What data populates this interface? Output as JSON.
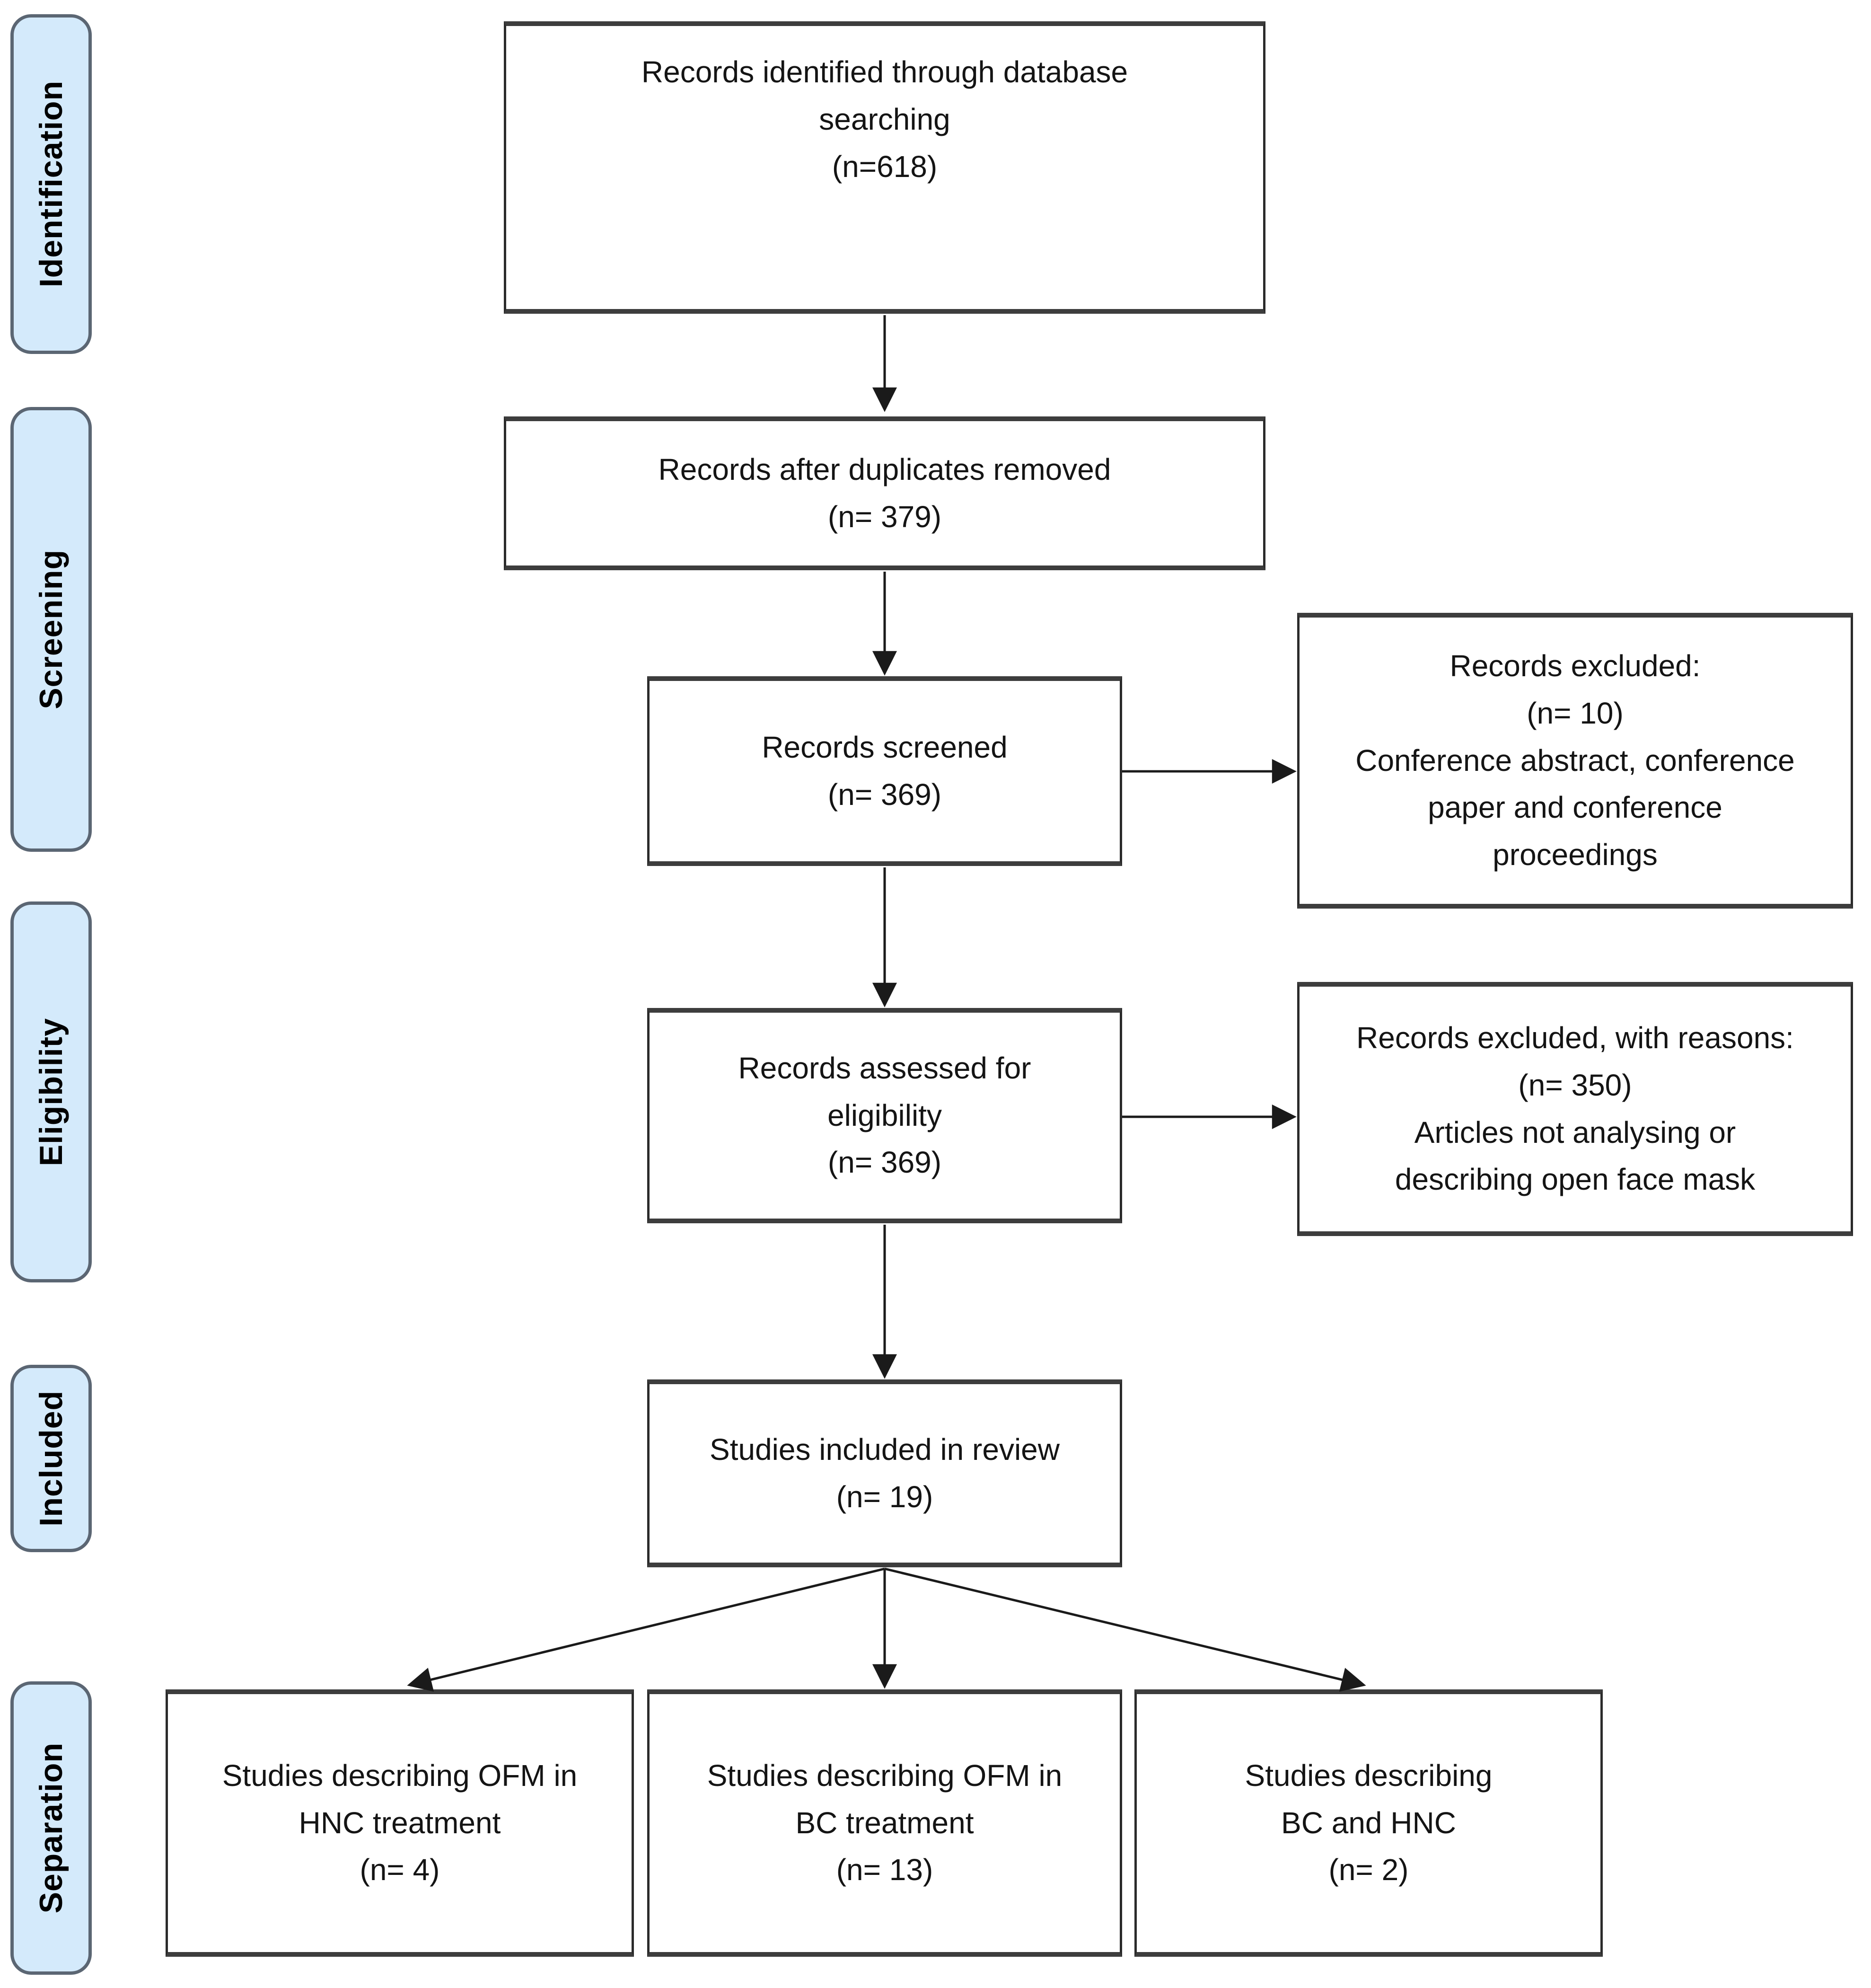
{
  "figure": {
    "stages": [
      {
        "label": "Identification"
      },
      {
        "label": "Screening"
      },
      {
        "label": "Eligibility"
      },
      {
        "label": "Included"
      },
      {
        "label": "Separation"
      }
    ],
    "boxes": {
      "identified": "Records identified through database\nsearching\n(n=618)",
      "after_duplicates": "Records after duplicates removed\n(n= 379)",
      "screened": "Records screened\n(n= 369)",
      "excluded_screened": "Records excluded:\n(n= 10)\nConference abstract, conference\npaper and conference\nproceedings",
      "assessed": "Records assessed for\neligibility\n(n= 369)",
      "excluded_assessed": "Records excluded, with reasons:\n(n= 350)\nArticles not analysing or\ndescribing open face mask",
      "included_review": "Studies included in review\n(n= 19)",
      "hnc": "Studies describing OFM in\nHNC treatment\n(n= 4)",
      "bc": "Studies describing OFM in\nBC treatment\n(n= 13)",
      "bc_hnc": "Studies describing\nBC and HNC\n(n= 2)"
    }
  },
  "colors": {
    "stage_fill": "#d4eafb",
    "stage_border": "#5b6673",
    "box_border": "#3d3d3d",
    "arrow": "#1a1a1a",
    "text": "#141414",
    "background": "#ffffff"
  }
}
